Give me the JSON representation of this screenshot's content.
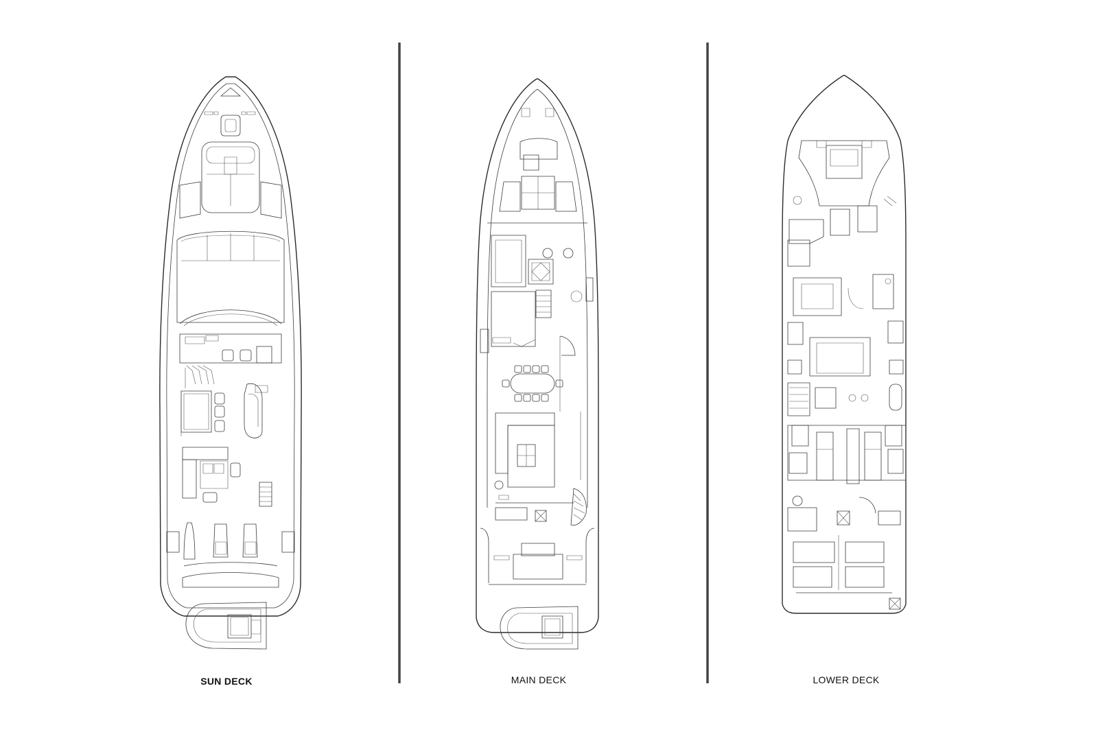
{
  "decks": [
    {
      "name": "SUN DECK"
    },
    {
      "name": "MAIN DECK"
    },
    {
      "name": "LOWER DECK"
    }
  ],
  "colors": {
    "line": "#2a2a2a",
    "separator": "#444444",
    "background": "#ffffff"
  }
}
